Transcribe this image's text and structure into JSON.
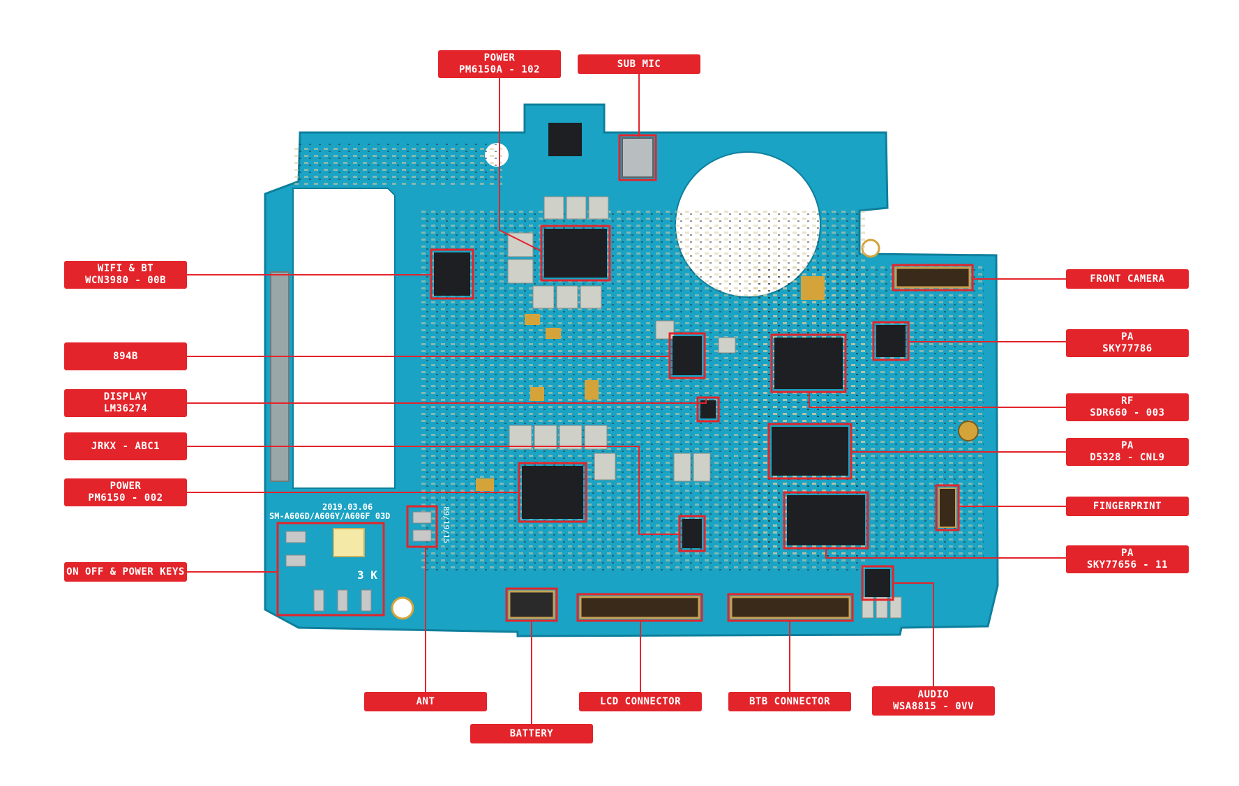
{
  "colors": {
    "board": "#1aa3c4",
    "board_dark": "#0e7f9c",
    "callout": "#e3242b",
    "callout_text": "#ffffff",
    "chip": "#1d1f22",
    "highlight": "#e3242b"
  },
  "board": {
    "silk_date": "2019.03.06",
    "silk_model": "SM-A606D/A606Y/A606F 03D",
    "silk_code": "89/19/15",
    "silk_num": "3 K"
  },
  "callouts": [
    {
      "id": "power-pm6150a",
      "lines": [
        "POWER",
        "PM6150A - 102"
      ]
    },
    {
      "id": "sub-mic",
      "lines": [
        "SUB MIC"
      ]
    },
    {
      "id": "wifi-bt",
      "lines": [
        "WIFI & BT",
        "WCN3980 - 00B"
      ]
    },
    {
      "id": "894b",
      "lines": [
        "894B"
      ]
    },
    {
      "id": "display",
      "lines": [
        "DISPLAY",
        "LM36274"
      ]
    },
    {
      "id": "jrkx",
      "lines": [
        "JRKX - ABC1"
      ]
    },
    {
      "id": "power-pm6150",
      "lines": [
        "POWER",
        "PM6150 - 002"
      ]
    },
    {
      "id": "on-off-keys",
      "lines": [
        "ON OFF & POWER KEYS"
      ]
    },
    {
      "id": "front-camera",
      "lines": [
        "FRONT CAMERA"
      ]
    },
    {
      "id": "pa-sky77786",
      "lines": [
        "PA",
        "SKY77786"
      ]
    },
    {
      "id": "rf-sdr660",
      "lines": [
        "RF",
        "SDR660 - 003"
      ]
    },
    {
      "id": "pa-d5328",
      "lines": [
        "PA",
        "D5328 - CNL9"
      ]
    },
    {
      "id": "fingerprint",
      "lines": [
        "FINGERPRINT"
      ]
    },
    {
      "id": "pa-sky77656",
      "lines": [
        "PA",
        "SKY77656 - 11"
      ]
    },
    {
      "id": "ant",
      "lines": [
        "ANT"
      ]
    },
    {
      "id": "battery",
      "lines": [
        "BATTERY"
      ]
    },
    {
      "id": "lcd-connector",
      "lines": [
        "LCD CONNECTOR"
      ]
    },
    {
      "id": "btb-connector",
      "lines": [
        "BTB CONNECTOR"
      ]
    },
    {
      "id": "audio",
      "lines": [
        "AUDIO",
        "WSA8815 - 0VV"
      ]
    }
  ]
}
